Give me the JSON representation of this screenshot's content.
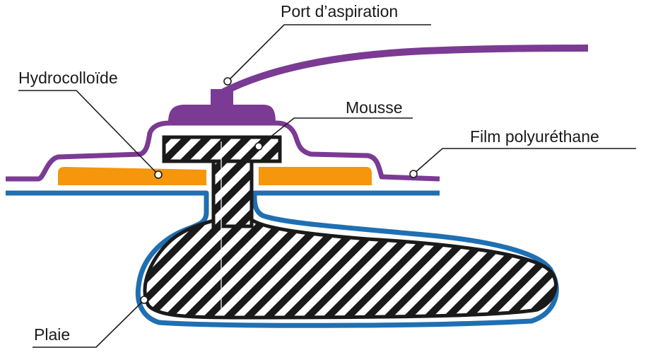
{
  "labels": {
    "port": "Port d’aspiration",
    "hydrocolloid": "Hydrocolloïde",
    "mousse": "Mousse",
    "film": "Film polyuréthane",
    "plaie": "Plaie"
  },
  "colors": {
    "purple": "#7b3a93",
    "blue": "#1f6fb2",
    "orange": "#f5960d",
    "black": "#1a1a1a"
  }
}
